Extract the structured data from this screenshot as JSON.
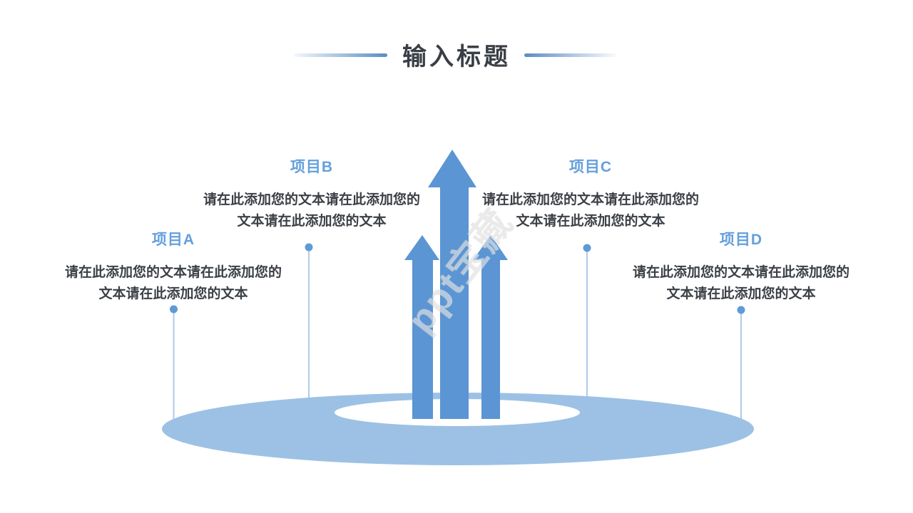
{
  "slide": {
    "title": "输入标题"
  },
  "watermark": {
    "text": "ppt宝藏"
  },
  "items": [
    {
      "label": "项目A",
      "lines": [
        "请在此添加您的文本请在此添加您的",
        "文本请在此添加您的文本"
      ]
    },
    {
      "label": "项目B",
      "lines": [
        "请在此添加您的文本请在此添加您的",
        "文本请在此添加您的文本"
      ]
    },
    {
      "label": "项目C",
      "lines": [
        "请在此添加您的文本请在此添加您的",
        "文本请在此添加您的文本"
      ]
    },
    {
      "label": "项目D",
      "lines": [
        "请在此添加您的文本请在此添加您的",
        "文本请在此添加您的文本"
      ]
    }
  ],
  "colors": {
    "arrow_blue": "#5B95D3",
    "platform_ring": "#9CC1E5",
    "platform_hole": "#FFFFFF",
    "connector_line": "#AECBEA",
    "connector_dot": "#5E9AD6",
    "label_blue": "#64A0DC",
    "body_text": "#3C4046",
    "title_text": "#3A3F46",
    "background": "#FFFFFF"
  }
}
